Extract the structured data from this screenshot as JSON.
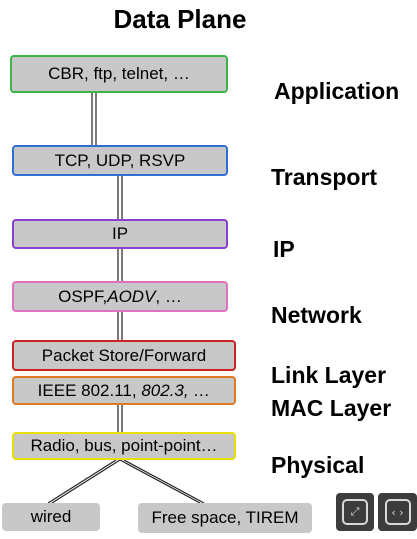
{
  "title": "Data Plane",
  "boxes": {
    "application": {
      "text": "CBR, ftp, telnet, …",
      "border": "#3cb44b"
    },
    "transport": {
      "text": "TCP, UDP, RSVP",
      "border": "#2f6fd6"
    },
    "ip": {
      "text": "IP",
      "border": "#8a3fd1"
    },
    "network": {
      "plain": "OSPF, ",
      "italic": "AODV",
      "tail": ", …",
      "border": "#e070c0"
    },
    "packet_store": {
      "text": "Packet Store/Forward",
      "border": "#cc2222"
    },
    "mac": {
      "plain": "IEEE 802.11, ",
      "italic": "802.3, …",
      "border": "#e07a20"
    },
    "physical": {
      "text": "Radio, bus, point-point…",
      "border": "#e8e000"
    },
    "wired": {
      "text": "wired"
    },
    "free_space": {
      "text": "Free space, TIREM"
    }
  },
  "layers": {
    "application": "Application",
    "transport": "Transport",
    "ip": "IP",
    "network": "Network",
    "link": "Link Layer",
    "mac": "MAC Layer",
    "physical": "Physical"
  },
  "controls": {
    "fit_icon": "fit-to-screen-icon",
    "nav_icon": "prev-next-icon"
  }
}
